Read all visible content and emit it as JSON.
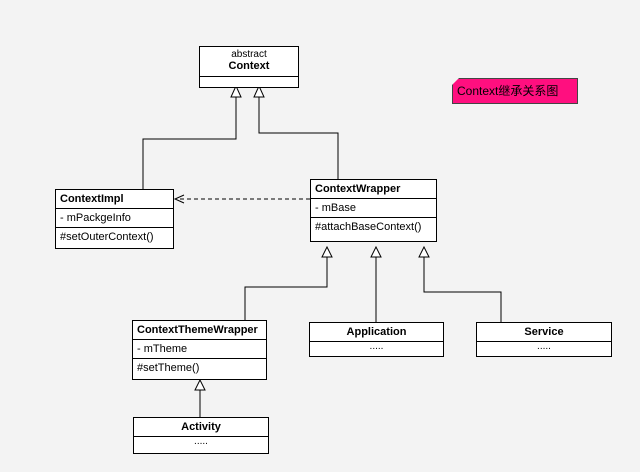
{
  "diagram": {
    "note_text": "Context继承关系图",
    "classes": {
      "context": {
        "stereotype": "abstract",
        "name": "Context"
      },
      "context_impl": {
        "name": "ContextImpl",
        "attributes": "- mPackgeInfo",
        "operations": "#setOuterContext()"
      },
      "context_wrapper": {
        "name": "ContextWrapper",
        "attributes": "- mBase",
        "operations": "#attachBaseContext()"
      },
      "context_theme_wrapper": {
        "name": "ContextThemeWrapper",
        "attributes": "- mTheme",
        "operations": "#setTheme()"
      },
      "application": {
        "name": "Application",
        "body": "....."
      },
      "service": {
        "name": "Service",
        "body": "....."
      },
      "activity": {
        "name": "Activity",
        "body": "....."
      }
    },
    "colors": {
      "note_fill": "#ff0f7f",
      "background": "#f3f3f3",
      "line": "#000000"
    }
  }
}
